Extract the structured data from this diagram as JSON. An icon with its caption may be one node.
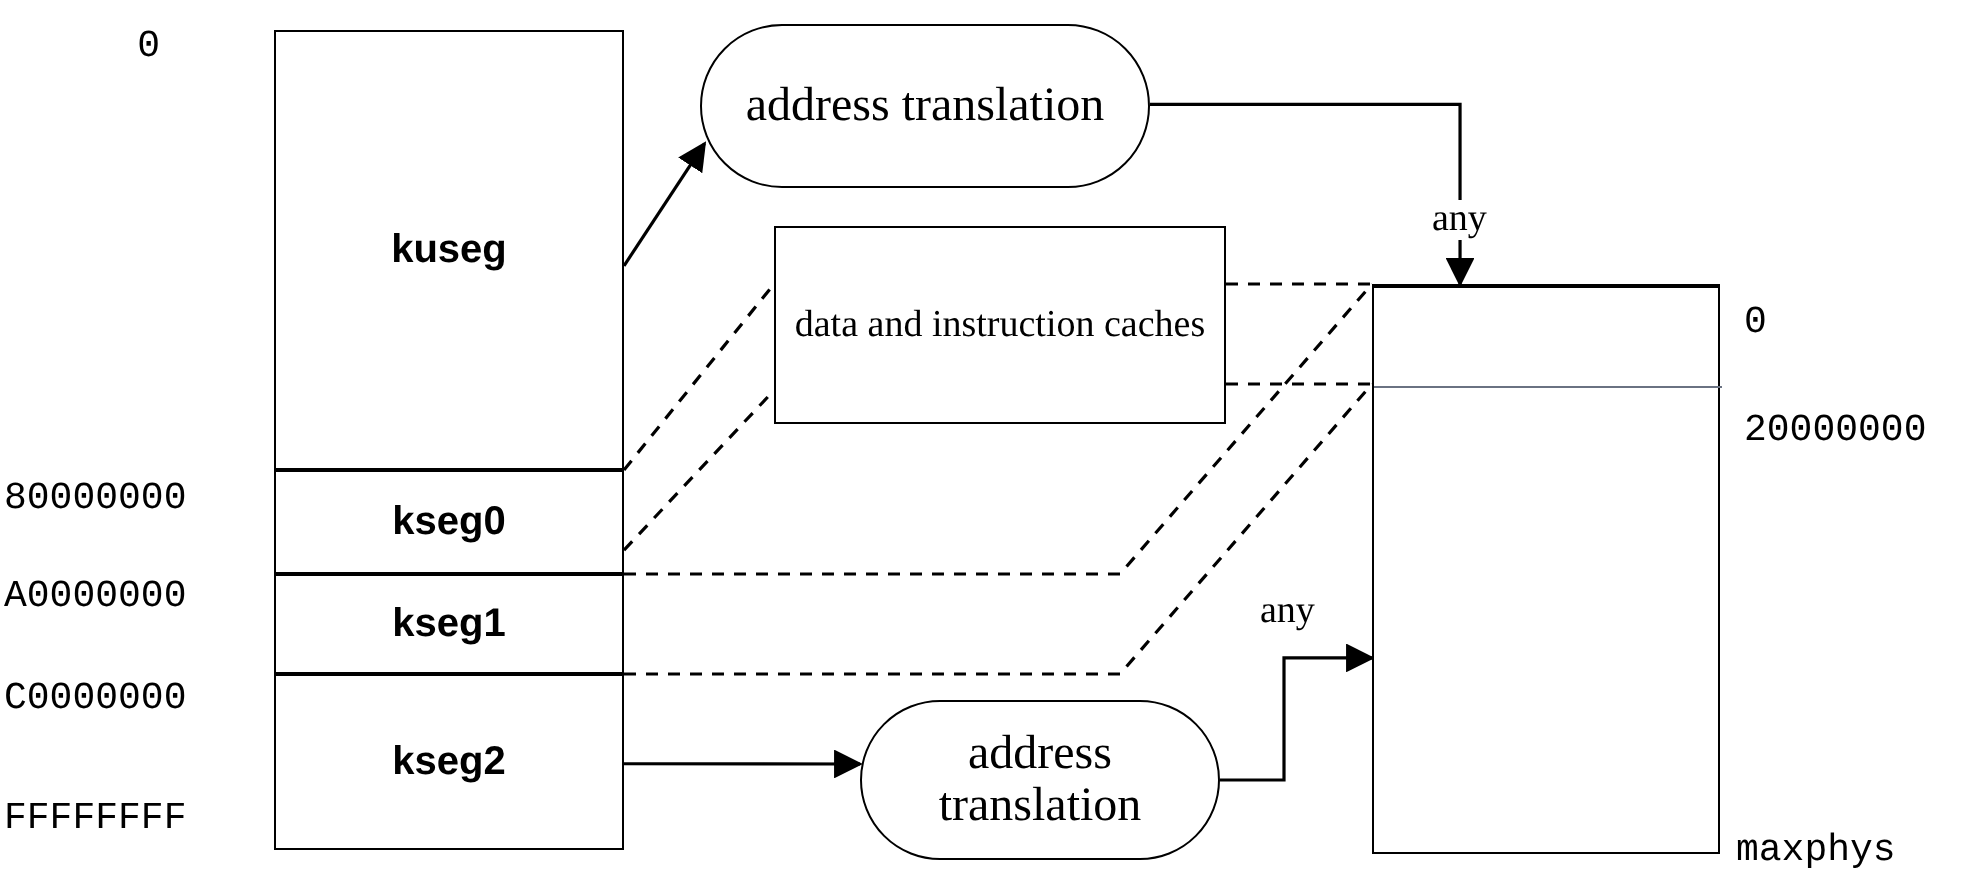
{
  "diagram": {
    "nodes": [
      {
        "text": [
          "kuseg"
        ]
      },
      {
        "text": [
          "kseg0"
        ]
      },
      {
        "text": [
          "kseg1"
        ]
      },
      {
        "text": [
          "kseg2"
        ]
      },
      {
        "text": [
          "address translation"
        ]
      },
      {
        "text": [
          "data and instruction caches"
        ]
      },
      {
        "text": [
          "address translation"
        ]
      },
      {
        "text": [],
        "shape": "box"
      },
      {
        "text": [],
        "shape": "box",
        "in": 7
      }
    ],
    "edges": [
      {
        "from": 0,
        "to": 4,
        "arrow": "to"
      },
      {
        "from": 4,
        "to": 7,
        "arrow": "to",
        "label": "any"
      },
      {
        "from": 1,
        "to": 5,
        "arrow": "none",
        "style": "dashed"
      },
      {
        "from": 1,
        "to": 5,
        "arrow": "none",
        "style": "dashed"
      },
      {
        "from": 5,
        "to": 8,
        "arrow": "none",
        "style": "dashed"
      },
      {
        "from": 5,
        "to": 8,
        "arrow": "none",
        "style": "dashed"
      },
      {
        "from": 2,
        "to": 8,
        "arrow": "none",
        "style": "dashed"
      },
      {
        "from": 2,
        "to": 8,
        "arrow": "none",
        "style": "dashed"
      },
      {
        "from": 3,
        "to": 6,
        "arrow": "to"
      },
      {
        "from": 6,
        "to": 7,
        "arrow": "to",
        "label": "any"
      }
    ],
    "labels": [
      "0",
      "80000000",
      "A0000000",
      "C0000000",
      "FFFFFFFF",
      "0",
      "20000000",
      "maxphys"
    ]
  }
}
